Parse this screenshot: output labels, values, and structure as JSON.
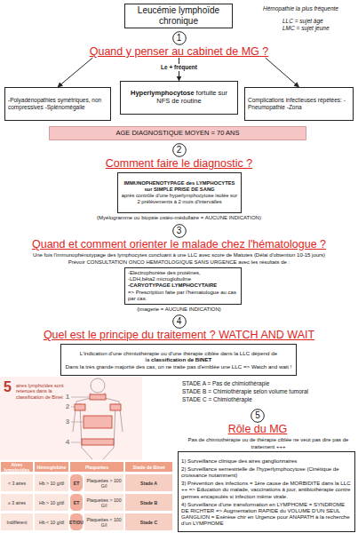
{
  "diagram": {
    "nodes": [
      {
        "text": [
          "Leucémie lymphoïde chronique"
        ]
      },
      {
        "text": [
          "1",
          "Quand y penser au cabinet de MG ?"
        ]
      },
      {
        "text": [
          "-Polyadénopathies symétriques, non compressives -Splénomégalie"
        ]
      },
      {
        "text": [
          "Hyperlymphocytose",
          "fortuite sur NFS de routine"
        ]
      },
      {
        "text": [
          "Complications infectieuses répétées: -Pneumopathie -Zona"
        ]
      },
      {
        "text": [
          "AGE DIAGNOSTIQUE MOYEN = 70 ANS"
        ]
      },
      {
        "text": [
          "2",
          "Comment faire le diagnostic ?"
        ]
      },
      {
        "text": [
          "IMMUNOPHENOTYPAGE des LYMPHOCYTES sur SIMPLE PRISE DE SANG",
          "après contrôle d'une hyperlymphocytose isolée sur 2 prélèvements à 2 mois d'intervalles"
        ]
      },
      {
        "text": [
          "3",
          "Quand et comment orienter le malade chez l'hématologue ?"
        ]
      },
      {
        "text": [
          "-Electrophorèse des protéines,",
          "-LDH,bêta2 microglobuline",
          "-CARYOTYPAGE LYMPHOCYTAIRE",
          "=> Prescription faite par l'hématologue au cas par cas."
        ]
      },
      {
        "text": [
          "4",
          "Quel est le principe du traitement ? WATCH AND WAIT"
        ]
      },
      {
        "text": [
          "L'indication d'une chimiothérapie ou d'une thérapie ciblée dans la LLC dépend de la",
          "classification de BINET",
          "Dans la très grande majorité des cas, on ne traite pas d'emblée une LLC => Watch and wait !"
        ]
      },
      {
        "text": [
          "5",
          "Rôle du MG"
        ]
      },
      {
        "text": [
          "1) Surveillance clinique des aires ganglionnaires",
          "2) Surveillance semestrielle de l'hyperlymphocytose (Cinétique de croissance notamment)",
          "3) Prévention des infections = 1ère cause de MORBIDITE dans la LLC ++ => Education du malade, vaccinations à jour, antibiothérapie contre germes encapsulés si infection même virale.",
          "4) Surveillance d'une transformation en LYMPHOME = SYNDROME DE RICHTER => Augmentation RAPIDE du VOLUME D'UN SEUL GANGLION = Exérèse chir en Urgence pour ANAPATH à la recherche d'un LYMPHOME"
        ]
      }
    ],
    "edges": [
      {
        "from": 1,
        "to": 2,
        "arrow": "to"
      },
      {
        "from": 1,
        "to": 3,
        "label": "Le + fréquent",
        "arrow": "to"
      },
      {
        "from": 1,
        "to": 4,
        "arrow": "to"
      }
    ],
    "labels": [
      "Hémopathie la plus fréquente",
      "LLC = sujet âgé",
      "LMC = sujet jeune",
      "(Myélogramme ou biopsie ostéo-médullaire = AUCUNE INDICATION)",
      "Une fois l'immunophénotypage des lymphocytes concluant à une LLC avec score de Matutes (Délai d'obtention 10-15 jours)",
      "Prévoir CONSULTATION ONCO HEMATOLOGIQUE SANS URGENCE avec les résultats de :",
      "(imagerie = AUCUNE INDICATION)",
      "5",
      "aires lymphoïdes sont retenues dans la classification de Binet",
      "1",
      "2",
      "3",
      "4",
      "Aires lymphoïdes",
      "Hémoglobine",
      "Plaquettes",
      "Stade de Binet",
      "< 3 aires",
      "Hb > 10 g/dl",
      "ET",
      "Plaquettes > 100 G/l",
      "Stade A",
      "≥ 3 aires",
      "Hb > 10 g/dl",
      "ET",
      "Plaquettes > 100 G/l",
      "Stade B",
      "Indifférent",
      "Hb < 10 g/dl",
      "ET/OU",
      "Plaquettes < 100 G/l",
      "Stade C",
      "STADE A = Pas de chimiothérapie",
      "STADE B = Chimiothérapie selon volume tumoral",
      "STADE C = Chimiothérapie",
      "Pas de chimiothérapie ou de thérapie ciblée ne veut pas dire pas de traitement +++"
    ]
  }
}
